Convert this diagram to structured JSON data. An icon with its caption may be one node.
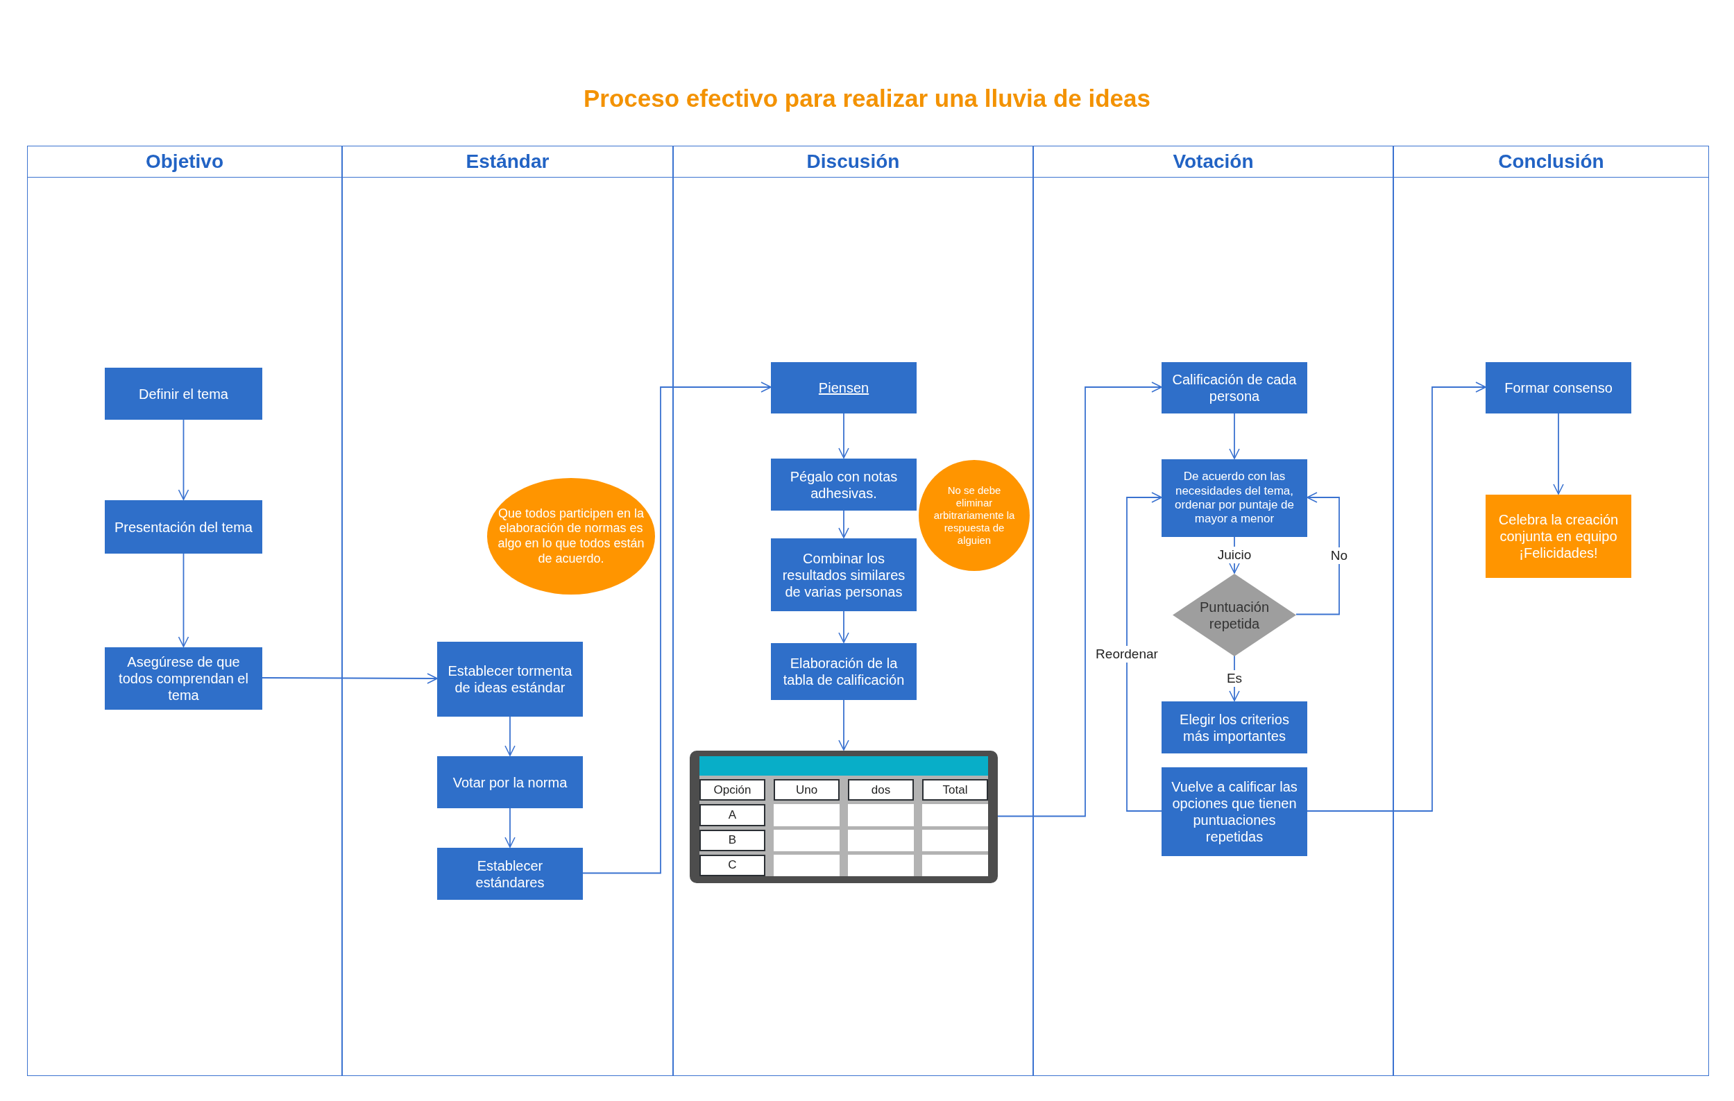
{
  "diagram": {
    "title": "Proceso efectivo para realizar una lluvia de ideas",
    "nodes": [
      {
        "text": [
          "Objetivo"
        ]
      },
      {
        "text": [
          "Estándar"
        ]
      },
      {
        "text": [
          "Discusión"
        ]
      },
      {
        "text": [
          "Votación"
        ]
      },
      {
        "text": [
          "Conclusión"
        ]
      },
      {
        "text": [
          "Definir el tema"
        ],
        "in": 0
      },
      {
        "text": [
          "Presentación del tema"
        ],
        "in": 0
      },
      {
        "text": [
          "Asegúrese de que todos comprendan el tema"
        ],
        "in": 0
      },
      {
        "text": [
          "Establecer tormenta de ideas estándar"
        ],
        "in": 1
      },
      {
        "text": [
          "Votar por la norma"
        ],
        "in": 1
      },
      {
        "text": [
          "Establecer estándares"
        ],
        "in": 1
      },
      {
        "text": [
          "Que todos participen en la elaboración de normas es algo en lo que todos están de acuerdo."
        ],
        "in": 1
      },
      {
        "text": [
          "Piensen"
        ],
        "in": 2
      },
      {
        "text": [
          "Pégalo con notas adhesivas."
        ],
        "in": 2
      },
      {
        "text": [
          "Combinar los resultados similares de varias personas"
        ],
        "in": 2
      },
      {
        "text": [
          "Elaboración de la tabla de calificación"
        ],
        "in": 2
      },
      {
        "text": [
          "Opción",
          "Uno",
          "dos",
          "Total",
          "A",
          "B",
          "C"
        ],
        "in": 2
      },
      {
        "text": [
          "No se debe eliminar arbitrariamente la respuesta de alguien"
        ],
        "in": 2
      },
      {
        "text": [
          "Calificación de cada persona"
        ],
        "in": 3
      },
      {
        "text": [
          "De acuerdo con las necesidades del tema, ordenar por puntaje de mayor a menor"
        ],
        "in": 3
      },
      {
        "text": [
          "Puntuación repetida"
        ],
        "in": 3
      },
      {
        "text": [
          "Elegir los criterios más importantes"
        ],
        "in": 3
      },
      {
        "text": [
          "Vuelve a calificar las opciones que tienen puntuaciones repetidas"
        ],
        "in": 3
      },
      {
        "text": [
          "Formar consenso"
        ],
        "in": 4
      },
      {
        "text": [
          "Celebra la creación conjunta en equipo ¡Felicidades!"
        ],
        "in": 4
      }
    ],
    "edges": [
      {
        "from": 5,
        "to": 6,
        "arrow": "to"
      },
      {
        "from": 6,
        "to": 7,
        "arrow": "to"
      },
      {
        "from": 7,
        "to": 8,
        "arrow": "to"
      },
      {
        "from": 8,
        "to": 9,
        "arrow": "to"
      },
      {
        "from": 9,
        "to": 10,
        "arrow": "to"
      },
      {
        "from": 10,
        "to": 12,
        "arrow": "to"
      },
      {
        "from": 12,
        "to": 13,
        "arrow": "to"
      },
      {
        "from": 13,
        "to": 14,
        "arrow": "to"
      },
      {
        "from": 14,
        "to": 15,
        "arrow": "to"
      },
      {
        "from": 15,
        "to": 16,
        "arrow": "to"
      },
      {
        "from": 16,
        "to": 18,
        "arrow": "to"
      },
      {
        "from": 18,
        "to": 19,
        "arrow": "to"
      },
      {
        "from": 19,
        "to": 20,
        "arrow": "to",
        "label": "Juicio"
      },
      {
        "from": 20,
        "to": 21,
        "arrow": "to",
        "label": "Es"
      },
      {
        "from": 20,
        "to": 19,
        "arrow": "to",
        "label": "No"
      },
      {
        "from": 22,
        "to": 19,
        "arrow": "to",
        "label": "Reordenar"
      },
      {
        "from": 22,
        "to": 23,
        "arrow": "to"
      },
      {
        "from": 23,
        "to": 24,
        "arrow": "to"
      }
    ]
  }
}
